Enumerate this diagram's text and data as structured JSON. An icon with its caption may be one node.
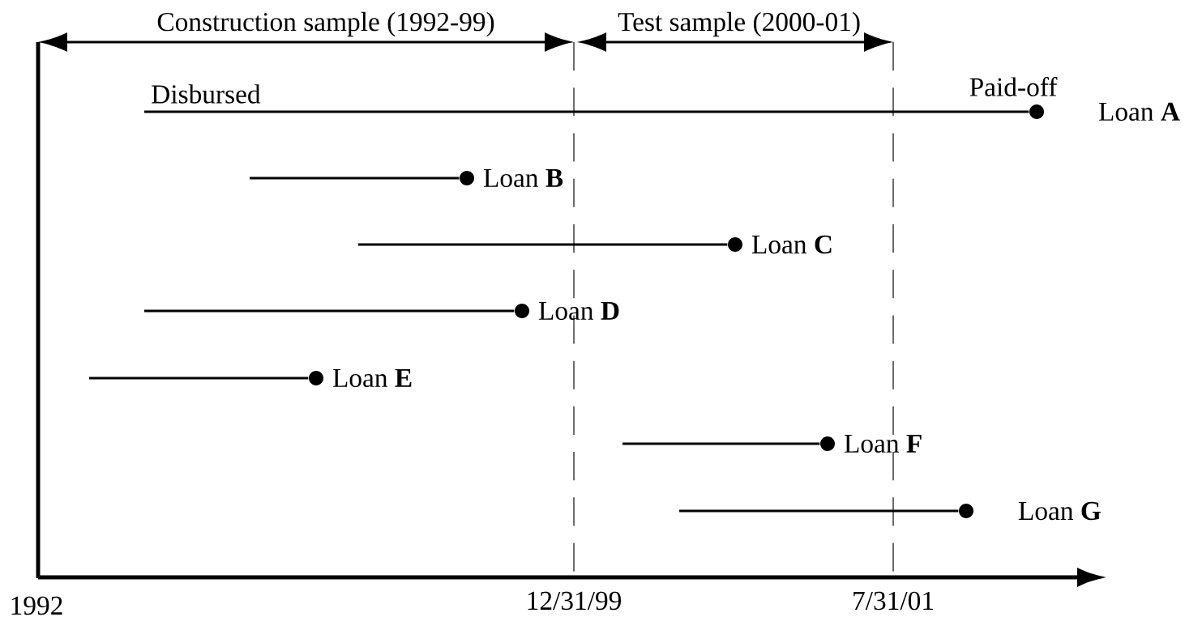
{
  "diagram": {
    "nodes": [
      {
        "text": [],
        "shape": "circle",
        "beside": [
          "Loan **A**"
        ]
      },
      {
        "text": [],
        "shape": "circle",
        "beside": [
          "Loan **B**"
        ]
      },
      {
        "text": [],
        "shape": "circle",
        "beside": [
          "Loan **C**"
        ]
      },
      {
        "text": [],
        "shape": "circle",
        "beside": [
          "Loan **D**"
        ]
      },
      {
        "text": [],
        "shape": "circle",
        "beside": [
          "Loan **E**"
        ]
      },
      {
        "text": [],
        "shape": "circle",
        "beside": [
          "Loan **F**"
        ]
      },
      {
        "text": [],
        "shape": "circle",
        "beside": [
          "Loan **G**"
        ]
      }
    ],
    "edges": [
      {
        "from": null,
        "to": 0,
        "arrow": "none"
      },
      {
        "from": null,
        "to": 1,
        "arrow": "none"
      },
      {
        "from": null,
        "to": 2,
        "arrow": "none"
      },
      {
        "from": null,
        "to": 3,
        "arrow": "none"
      },
      {
        "from": null,
        "to": 4,
        "arrow": "none"
      },
      {
        "from": null,
        "to": 5,
        "arrow": "none"
      },
      {
        "from": null,
        "to": 6,
        "arrow": "none"
      }
    ],
    "labels": [
      "Construction sample (1992-99)",
      "Test sample (2000-01)",
      "Disbursed",
      "Paid-off",
      "1992",
      "12/31/99",
      "7/31/01"
    ]
  }
}
